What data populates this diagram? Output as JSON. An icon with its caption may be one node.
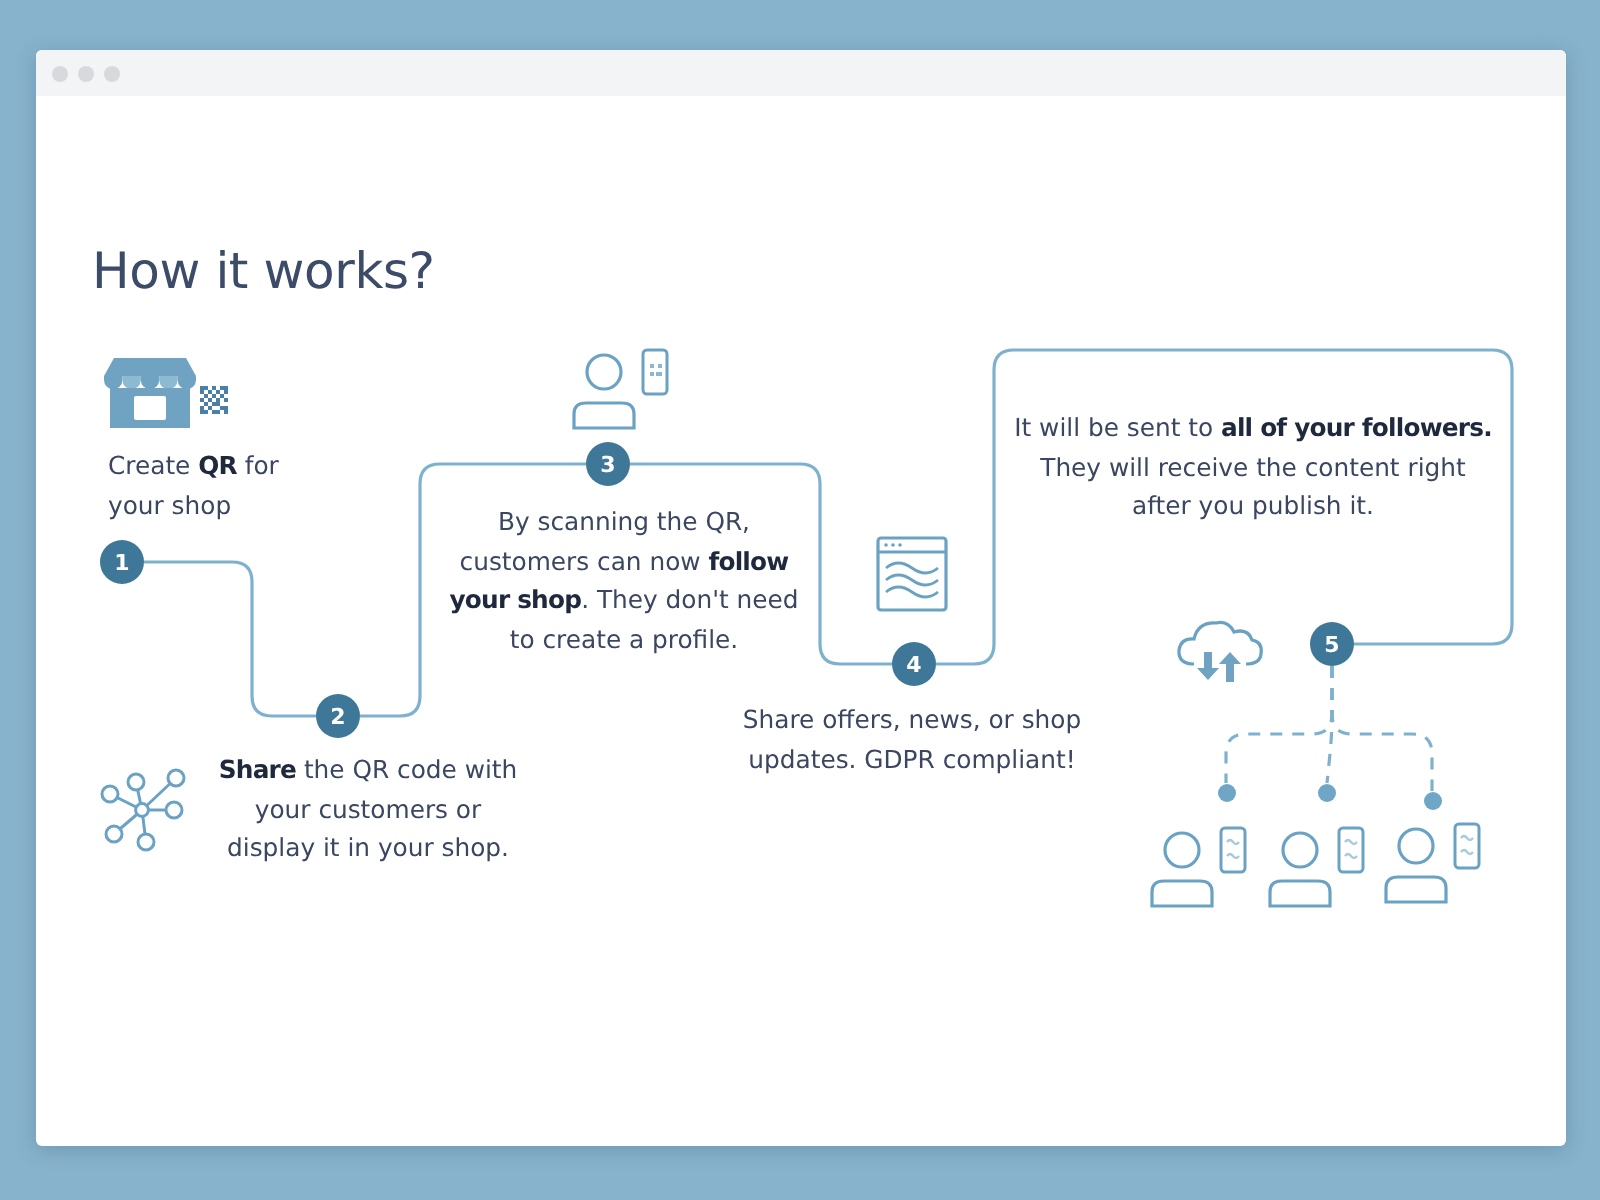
{
  "diagram": {
    "title": "How it works?",
    "nodes": [
      {
        "text": [
          "1"
        ],
        "beside": [
          "Create **QR** for your shop"
        ]
      },
      {
        "text": [
          "2"
        ],
        "beside": [
          "**Share** the QR code with your customers or display it in your shop."
        ]
      },
      {
        "text": [
          "3"
        ],
        "beside": [
          "By scanning the QR, customers can now **follow your shop**. They don't need to create a profile."
        ]
      },
      {
        "text": [
          "4"
        ],
        "beside": [
          "Share offers, news, or shop updates. GDPR compliant!"
        ]
      },
      {
        "text": [
          "5"
        ]
      },
      {
        "text": [],
        "shape": "circle"
      },
      {
        "text": [],
        "shape": "circle"
      },
      {
        "text": [],
        "shape": "circle"
      }
    ],
    "edges": [
      {
        "from": 0,
        "to": 1,
        "arrow": "none"
      },
      {
        "from": 1,
        "to": 2,
        "arrow": "none"
      },
      {
        "from": 2,
        "to": 3,
        "arrow": "none"
      },
      {
        "from": 3,
        "to": 4,
        "arrow": "none"
      },
      {
        "from": 4,
        "to": 5,
        "arrow": "none",
        "style": "dashed"
      },
      {
        "from": 4,
        "to": 6,
        "arrow": "none",
        "style": "dashed"
      },
      {
        "from": 4,
        "to": 7,
        "arrow": "none",
        "style": "dashed"
      }
    ],
    "labels": [
      "It will be sent to **all of your followers.** They will receive the content right after you publish it."
    ]
  }
}
